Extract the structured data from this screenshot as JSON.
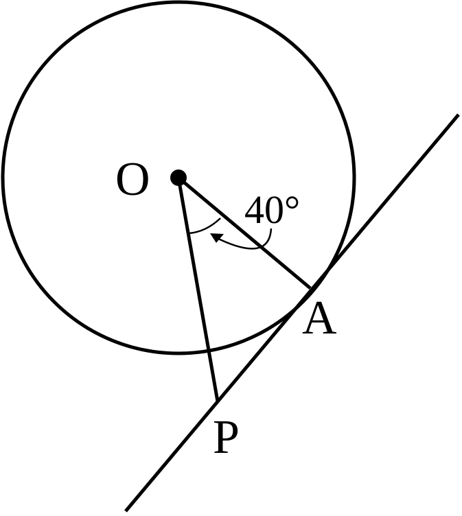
{
  "diagram": {
    "labels": {
      "center": "O",
      "tangent_point": "A",
      "line_point": "P",
      "angle": "40°"
    },
    "stroke_color": "#000000",
    "background_color": "#ffffff"
  }
}
